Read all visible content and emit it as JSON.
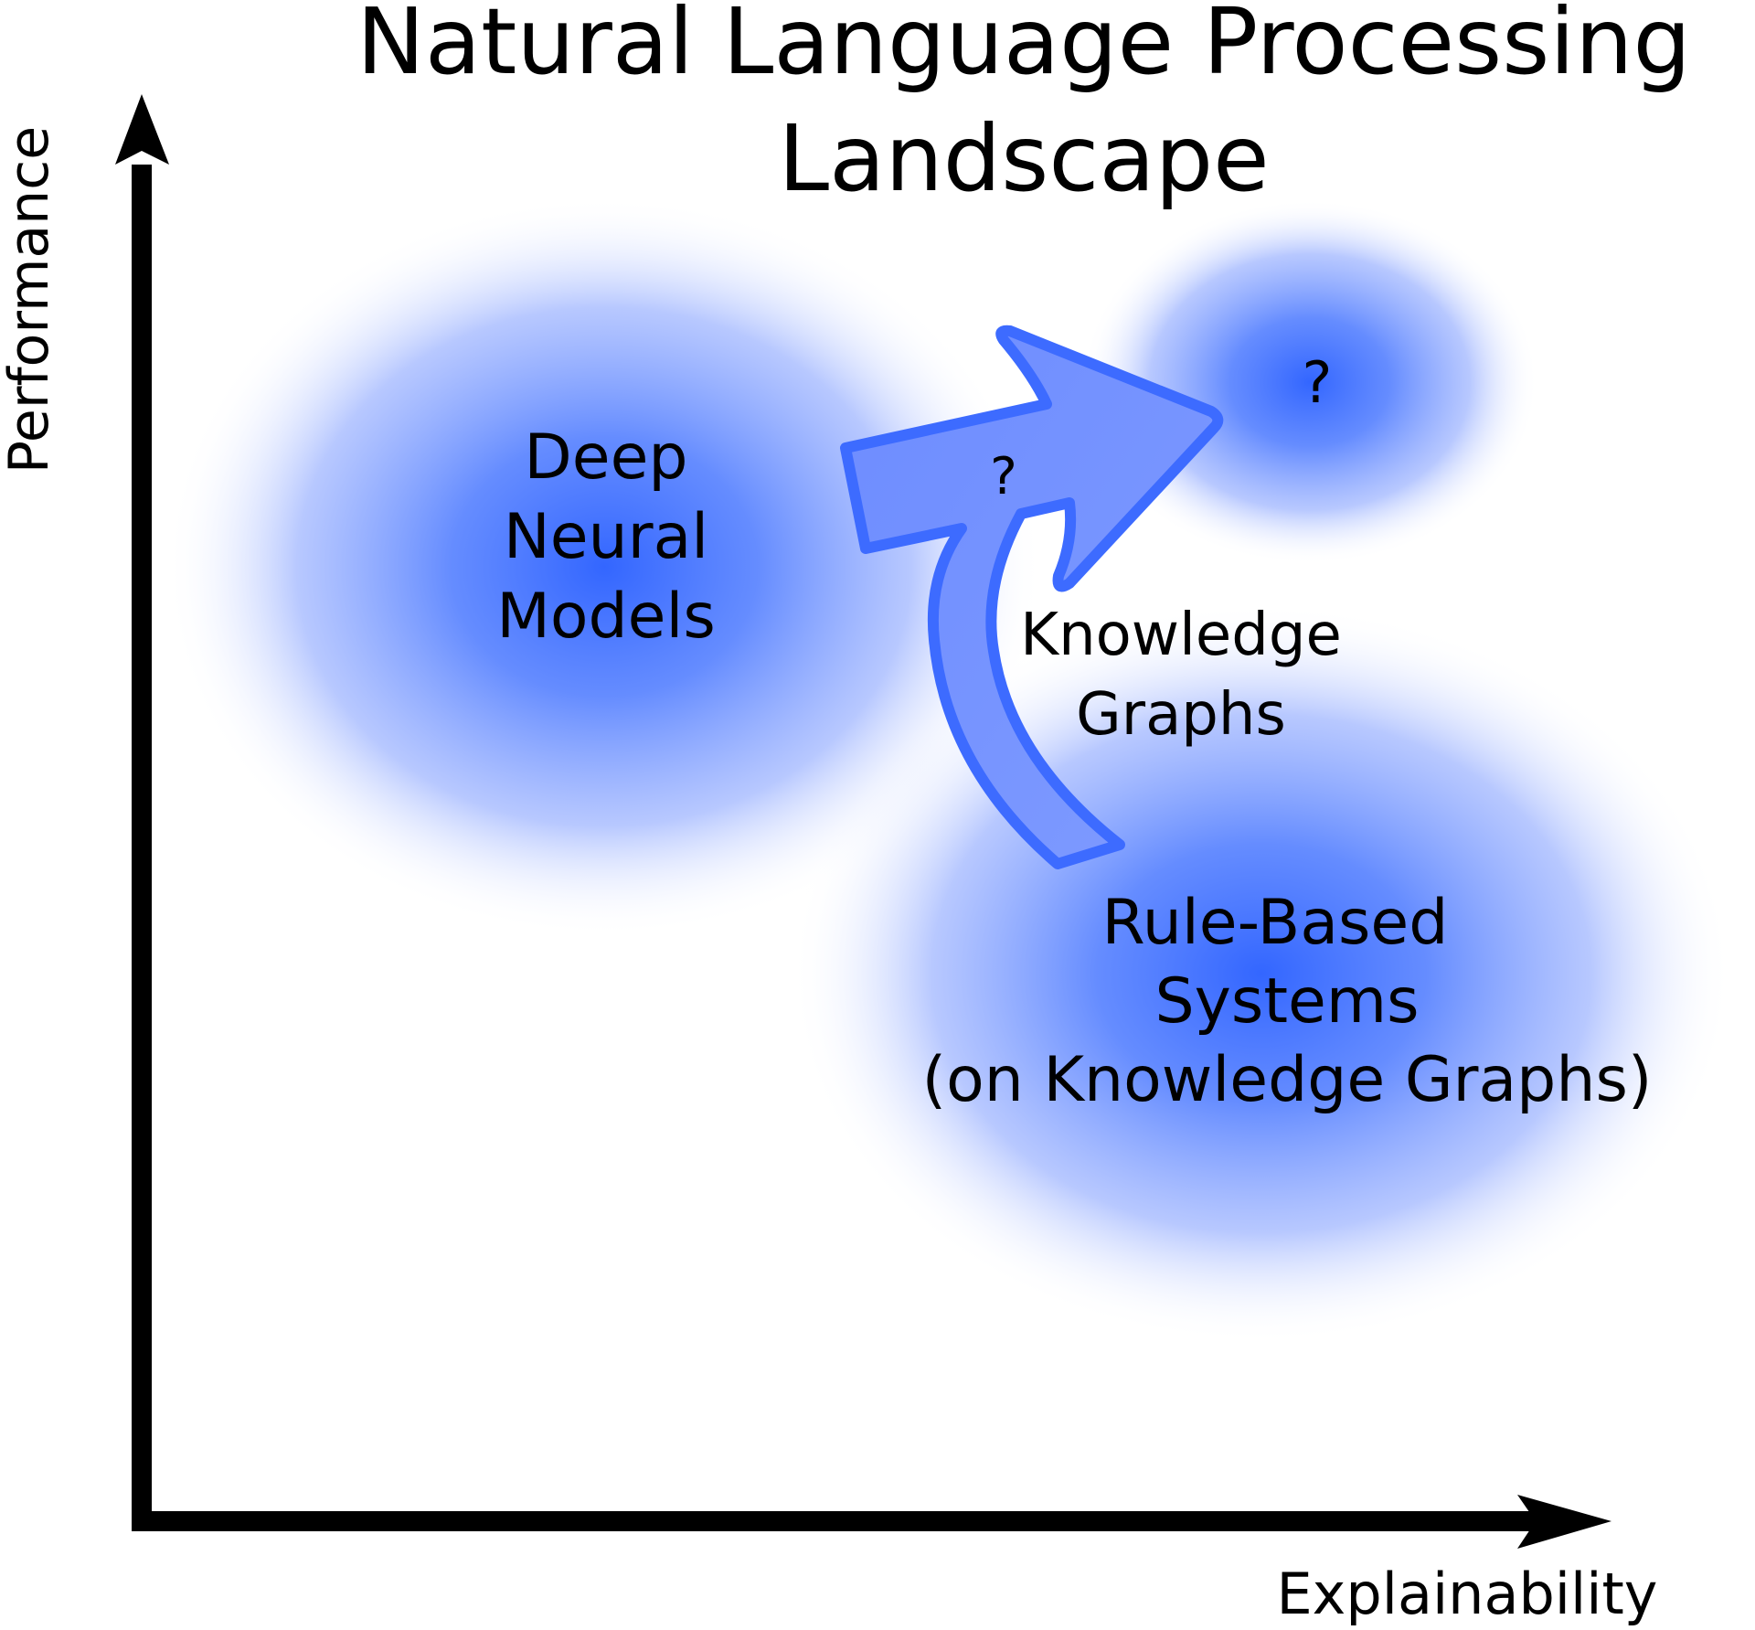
{
  "title": {
    "line1": "Natural Language Processing",
    "line2": "Landscape"
  },
  "axes": {
    "y_label": "Performance",
    "x_label": "Explainability"
  },
  "regions": [
    {
      "id": "deep-neural-models",
      "lines": [
        "Deep",
        "Neural",
        "Models"
      ]
    },
    {
      "id": "rule-based-systems",
      "lines": [
        "Rule-Based",
        "Systems",
        "(on Knowledge Graphs)"
      ]
    },
    {
      "id": "unknown-target",
      "lines": [
        "?"
      ]
    }
  ],
  "transition_arrow": {
    "label": "?",
    "caption_lines": [
      "Knowledge",
      "Graphs"
    ]
  },
  "colors": {
    "blob_center": "#3366ff",
    "arrow_fill": "#7090ff",
    "arrow_stroke": "#3d6bff",
    "axis": "#000000"
  }
}
